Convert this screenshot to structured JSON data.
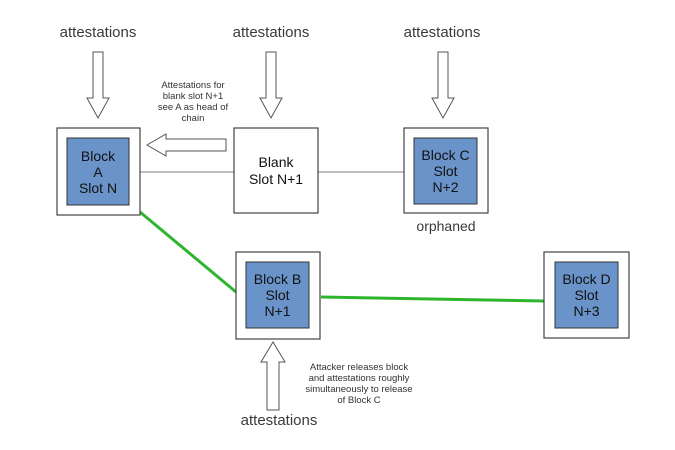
{
  "colors": {
    "block_fill": "#6a93c9",
    "block_border": "#3a3a3a",
    "frame_border": "#555555",
    "canonical_chain": "#2db52d",
    "connector": "#888888"
  },
  "attestation_labels": {
    "top_left": "attestations",
    "top_middle": "attestations",
    "top_right": "attestations",
    "bottom": "attestations"
  },
  "blocks": {
    "block_a": {
      "line1": "Block",
      "line2": "A",
      "line3": "Slot N"
    },
    "blank": {
      "line1": "Blank",
      "line2": "Slot N+1"
    },
    "block_c": {
      "line1": "Block C",
      "line2": "Slot",
      "line3": "N+2"
    },
    "block_b": {
      "line1": "Block B",
      "line2": "Slot",
      "line3": "N+1"
    },
    "block_d": {
      "line1": "Block D",
      "line2": "Slot",
      "line3": "N+3"
    }
  },
  "orphaned_label": "orphaned",
  "notes": {
    "blank_attestations": [
      "Attestations for",
      "blank slot N+1",
      "see A as head of",
      "chain"
    ],
    "attacker": [
      "Attacker releases block",
      "and attestations roughly",
      "simultaneously to release",
      "of Block C"
    ]
  },
  "icons": {
    "down_arrow": "down-arrow-icon",
    "left_arrow": "left-arrow-icon",
    "up_arrow": "up-arrow-icon"
  }
}
